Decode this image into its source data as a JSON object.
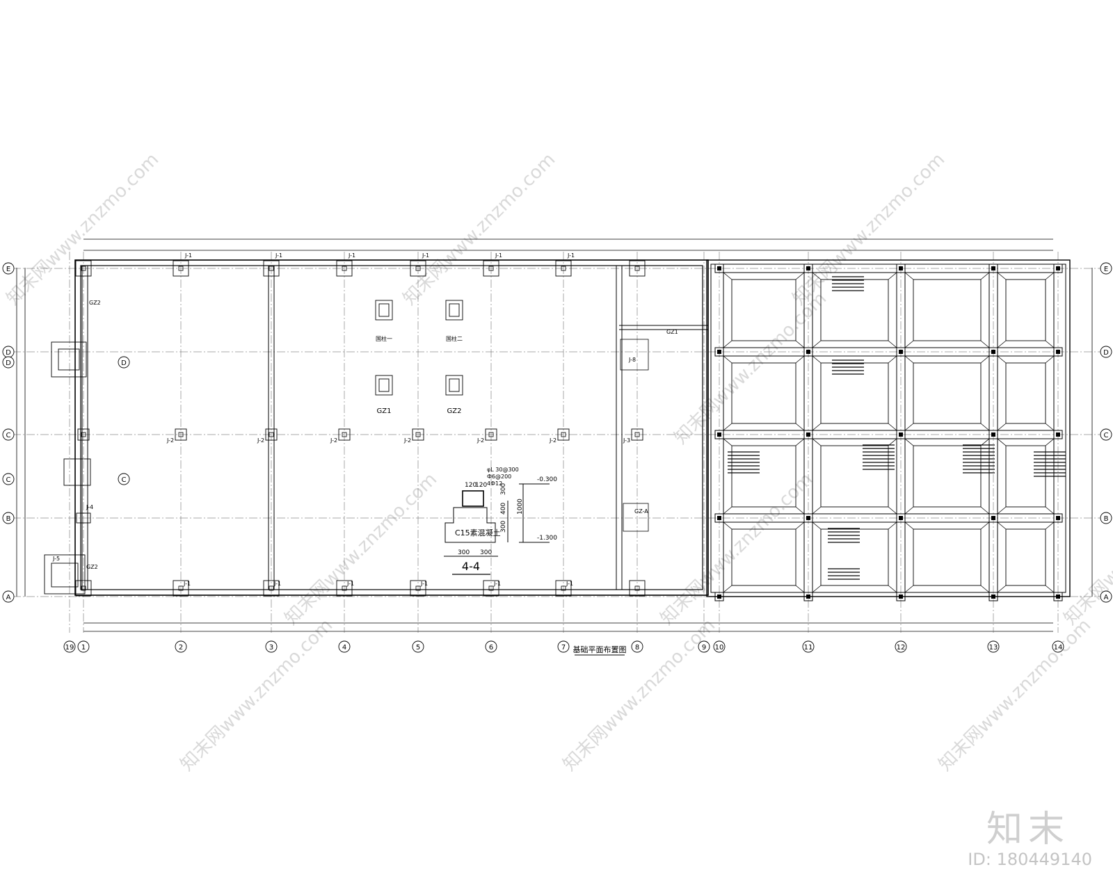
{
  "drawing": {
    "title": "基础平面布置图",
    "axes_bottom": [
      "19",
      "1",
      "2",
      "3",
      "4",
      "5",
      "6",
      "7",
      "8",
      "9",
      "10",
      "11",
      "12",
      "13",
      "14"
    ],
    "axes_side": [
      "E",
      "D",
      "C",
      "B",
      "A"
    ],
    "axes_inner": [
      "D",
      "C"
    ],
    "footings_row_top": [
      "J-1",
      "J-1",
      "J-1",
      "J-1",
      "J-1",
      "J-1"
    ],
    "footings_row_mid": [
      "J-2",
      "J-2",
      "J-2",
      "J-2",
      "J-2",
      "J-2",
      "J-3"
    ],
    "footings_row_bot": [
      "J-1",
      "J-1",
      "J-1",
      "J-1",
      "J-1",
      "J-1"
    ],
    "misc_labels": [
      "J-4",
      "J-5",
      "J-8",
      "GZ2",
      "GZ2",
      "GZ1",
      "GZ-A"
    ],
    "column_details": [
      {
        "title": "国柱一",
        "sub": "GZ1"
      },
      {
        "title": "国柱二",
        "sub": "GZ2"
      }
    ],
    "section": {
      "name": "4-4",
      "material": "C15素混凝土",
      "top_dims": [
        "120",
        "120"
      ],
      "base_dims": [
        "300",
        "300"
      ],
      "height_dims": [
        "300",
        "400",
        "300"
      ],
      "total_height": "1000",
      "elev_top": "-0.300",
      "elev_bottom": "-1.300",
      "notes": [
        "4Ф12",
        "Ф6@200",
        "φL 30@300"
      ]
    }
  },
  "brand": {
    "logo": "知末",
    "id": "ID: 180449140"
  },
  "watermark": {
    "text": "知末网www.znzmo.com"
  },
  "colors": {
    "line": "#000000",
    "watermark": "#d9d9d9",
    "brand": "#cfcfcf"
  }
}
